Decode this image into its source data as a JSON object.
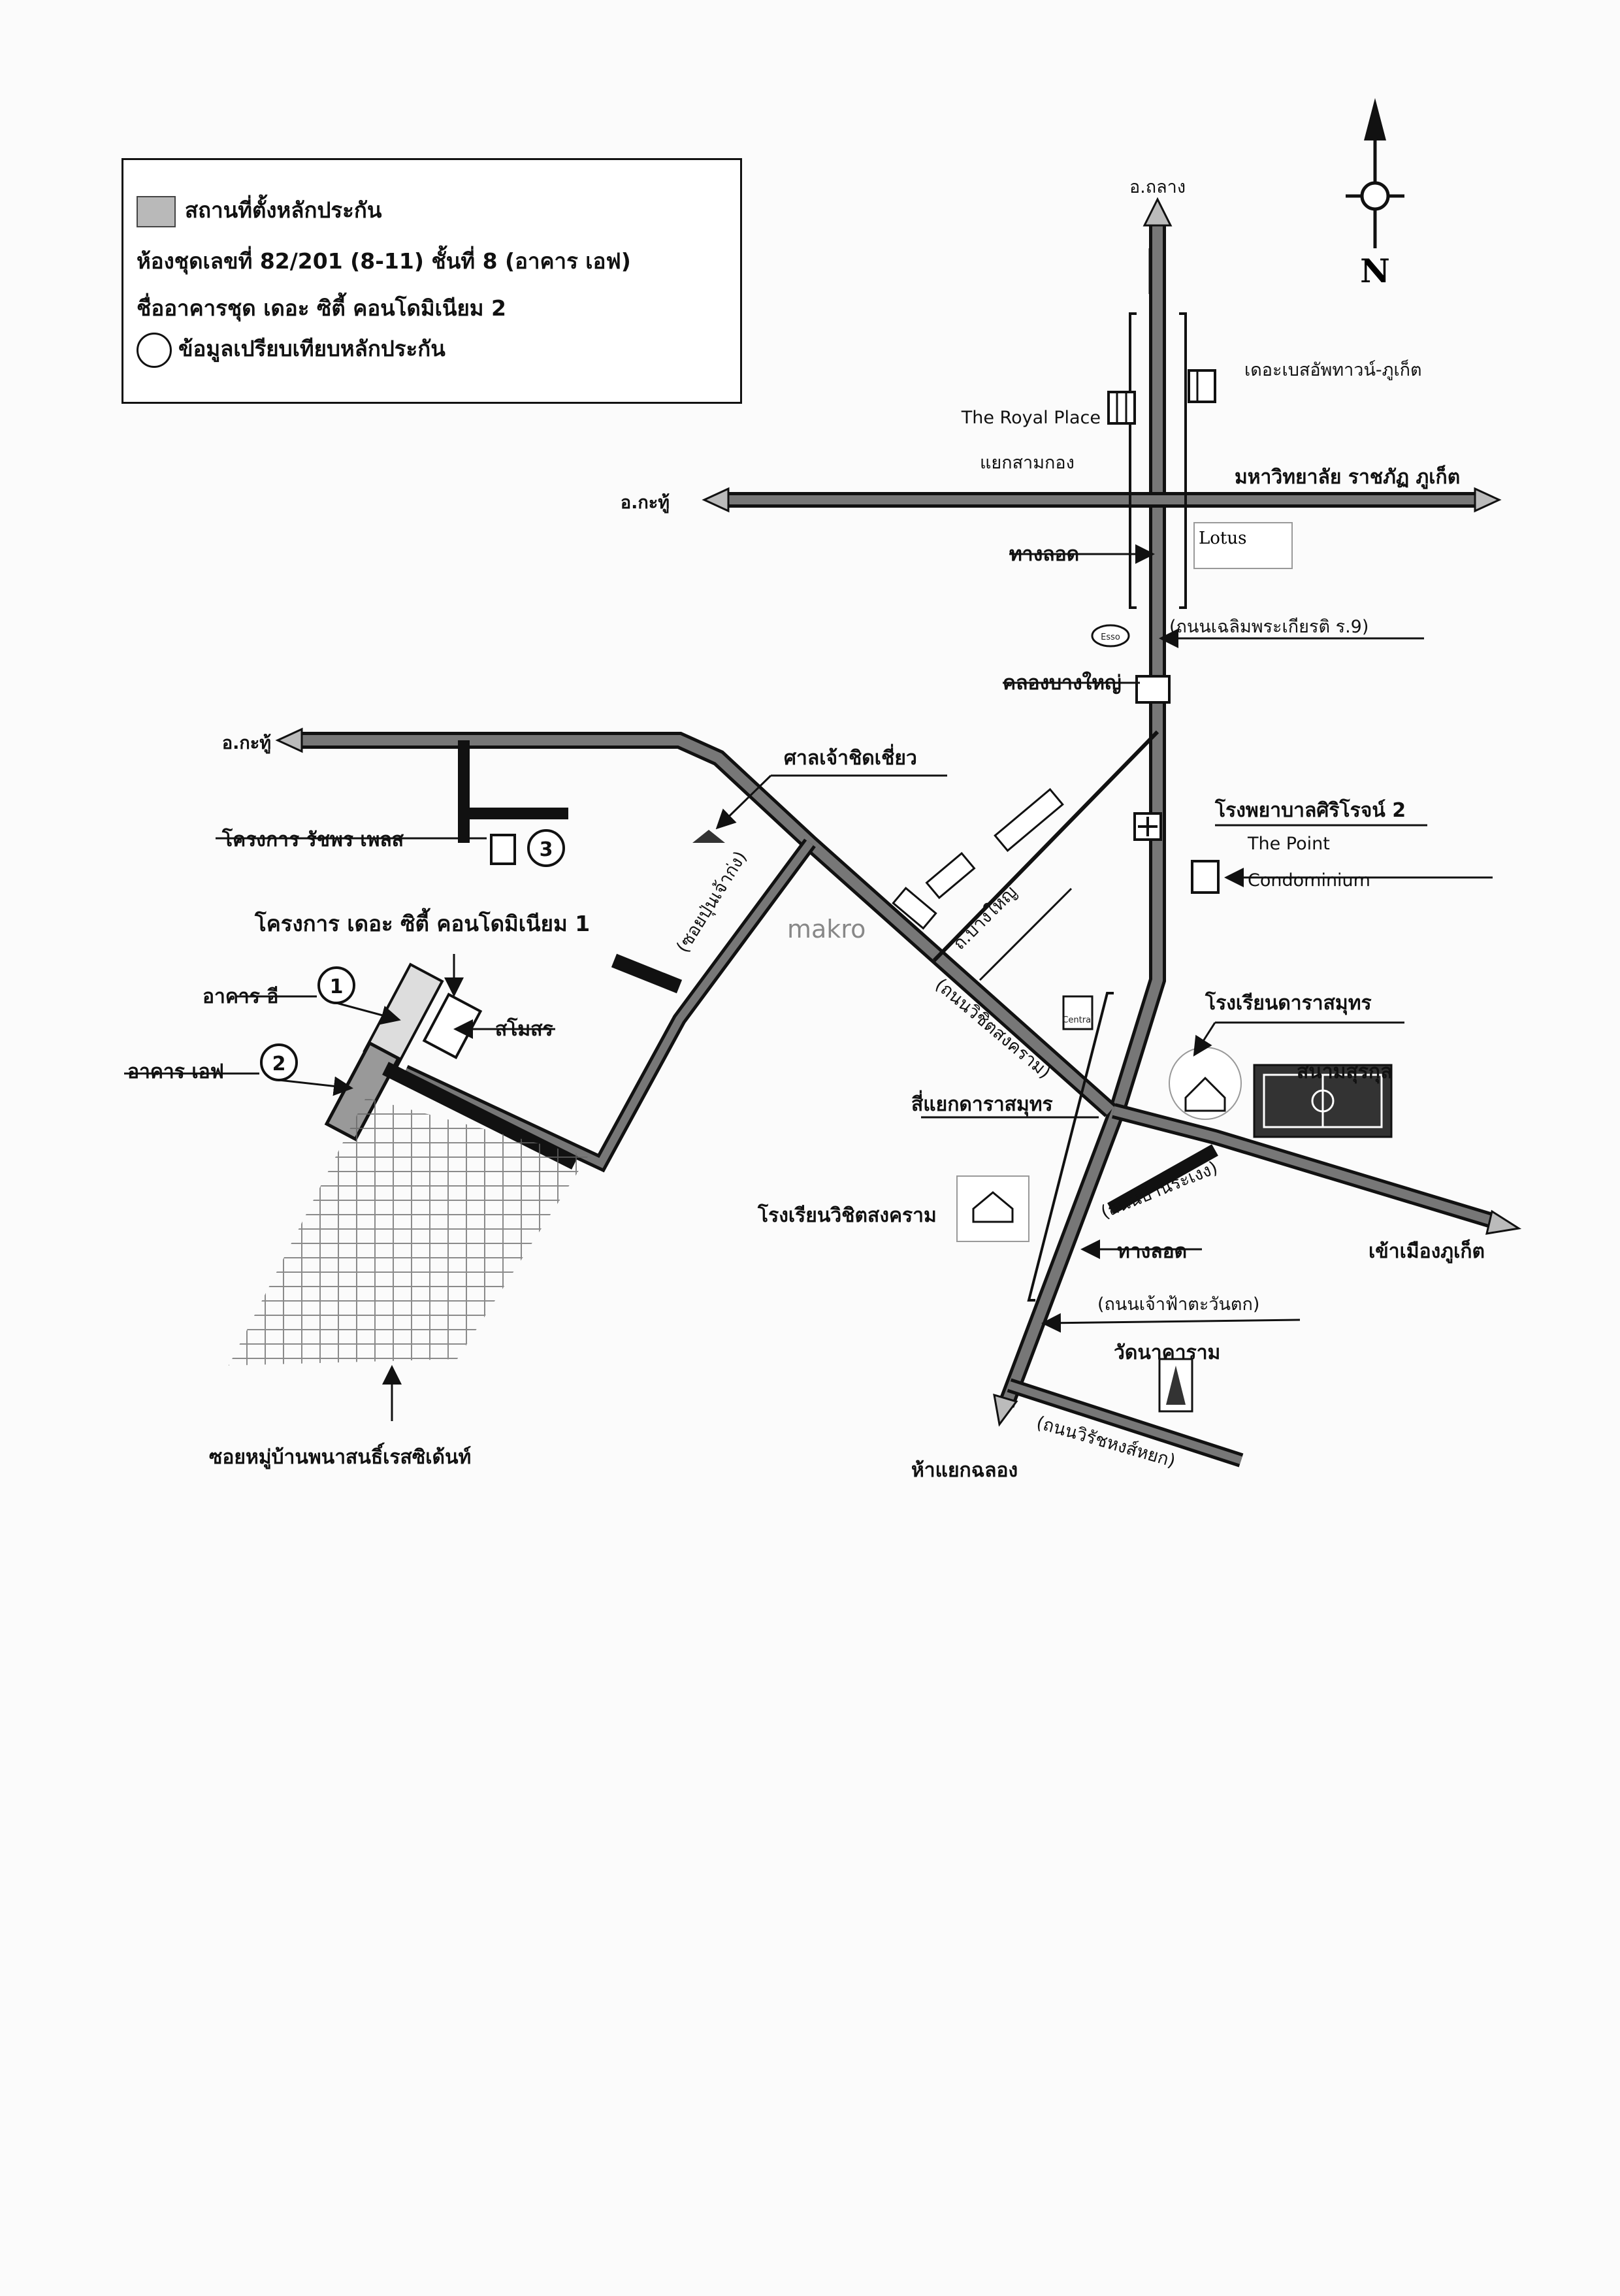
{
  "legend": {
    "collateral_location": "สถานที่ตั้งหลักประกัน",
    "unit_line": "ห้องชุดเลขที่ 82/201 (8-11) ชั้นที่ 8 (อาคาร เอฟ)",
    "building_line": "ชื่ออาคารชุด เดอะ ซิตี้ คอนโดมิเนียม 2",
    "comparison_data": "ข้อมูลเปรียบเทียบหลักประกัน"
  },
  "compass": {
    "north": "N"
  },
  "labels": {
    "a_thalang": "อ.ถลาง",
    "a_kathu_top": "อ.กะทู้",
    "a_kathu_left": "อ.กะทู้",
    "the_royal_place": "The Royal Place",
    "the_base": "เดอะเบสอัพทาวน์-ภูเก็ต",
    "yaek_samkong": "แยกสามกอง",
    "rajabhat": "มหาวิทยาลัย ราชภัฏ ภูเก็ต",
    "lotus": "Lotus",
    "underpass_1": "ทางลอด",
    "chalerm_road": "(ถนนเฉลิมพระเกียรติ ร.9)",
    "esso": "Esso",
    "khlong_bang_yai": "คลองบางใหญ่",
    "shrine": "ศาลเจ้าชิดเชี่ยว",
    "siriroj": "โรงพยาบาลศิริโรจน์ 2",
    "the_point": "The Point",
    "condominium": "Condominium",
    "rachaporn": "โครงการ รัชพร เพลส",
    "city_condo_1": "โครงการ เดอะ ซิตี้ คอนโดมิเนียม 1",
    "soi_pun_chao_kang": "(ซอยปุ่นเจ้าก่ง)",
    "makro": "makro",
    "thanon_bang_yai": "ถ.บางใหญ่",
    "building_e": "อาคาร อี",
    "building_f": "อาคาร เอฟ",
    "clubhouse": "สโมสร",
    "wichit_road": "(ถนนวิชิตสงคราม)",
    "dara_school": "โรงเรียนดาราสมุทร",
    "surakul_stadium": "สนามสุรกุล",
    "dara_junction": "สี่แยกดาราสมุทร",
    "wichit_school": "โรงเรียนวิชิตสงคราม",
    "ban_rakhaeng_road": "(ถนนบ้านระเงง)",
    "to_phuket_town": "เข้าเมืองภูเก็ต",
    "underpass_2": "ทางลอด",
    "chao_fa_road": "(ถนนเจ้าฟ้าตะวันตก)",
    "wat_nakharam": "วัดนาคาราม",
    "wirat_road": "(ถนนวิรัชหงส์หยก)",
    "chalong_junction": "ห้าแยกฉลอง",
    "panason_village": "ซอยหมู่บ้านพนาสนธิ์เรสซิเด้นท์",
    "central": "Central",
    "marker_1": "1",
    "marker_2": "2",
    "marker_3": "3"
  }
}
